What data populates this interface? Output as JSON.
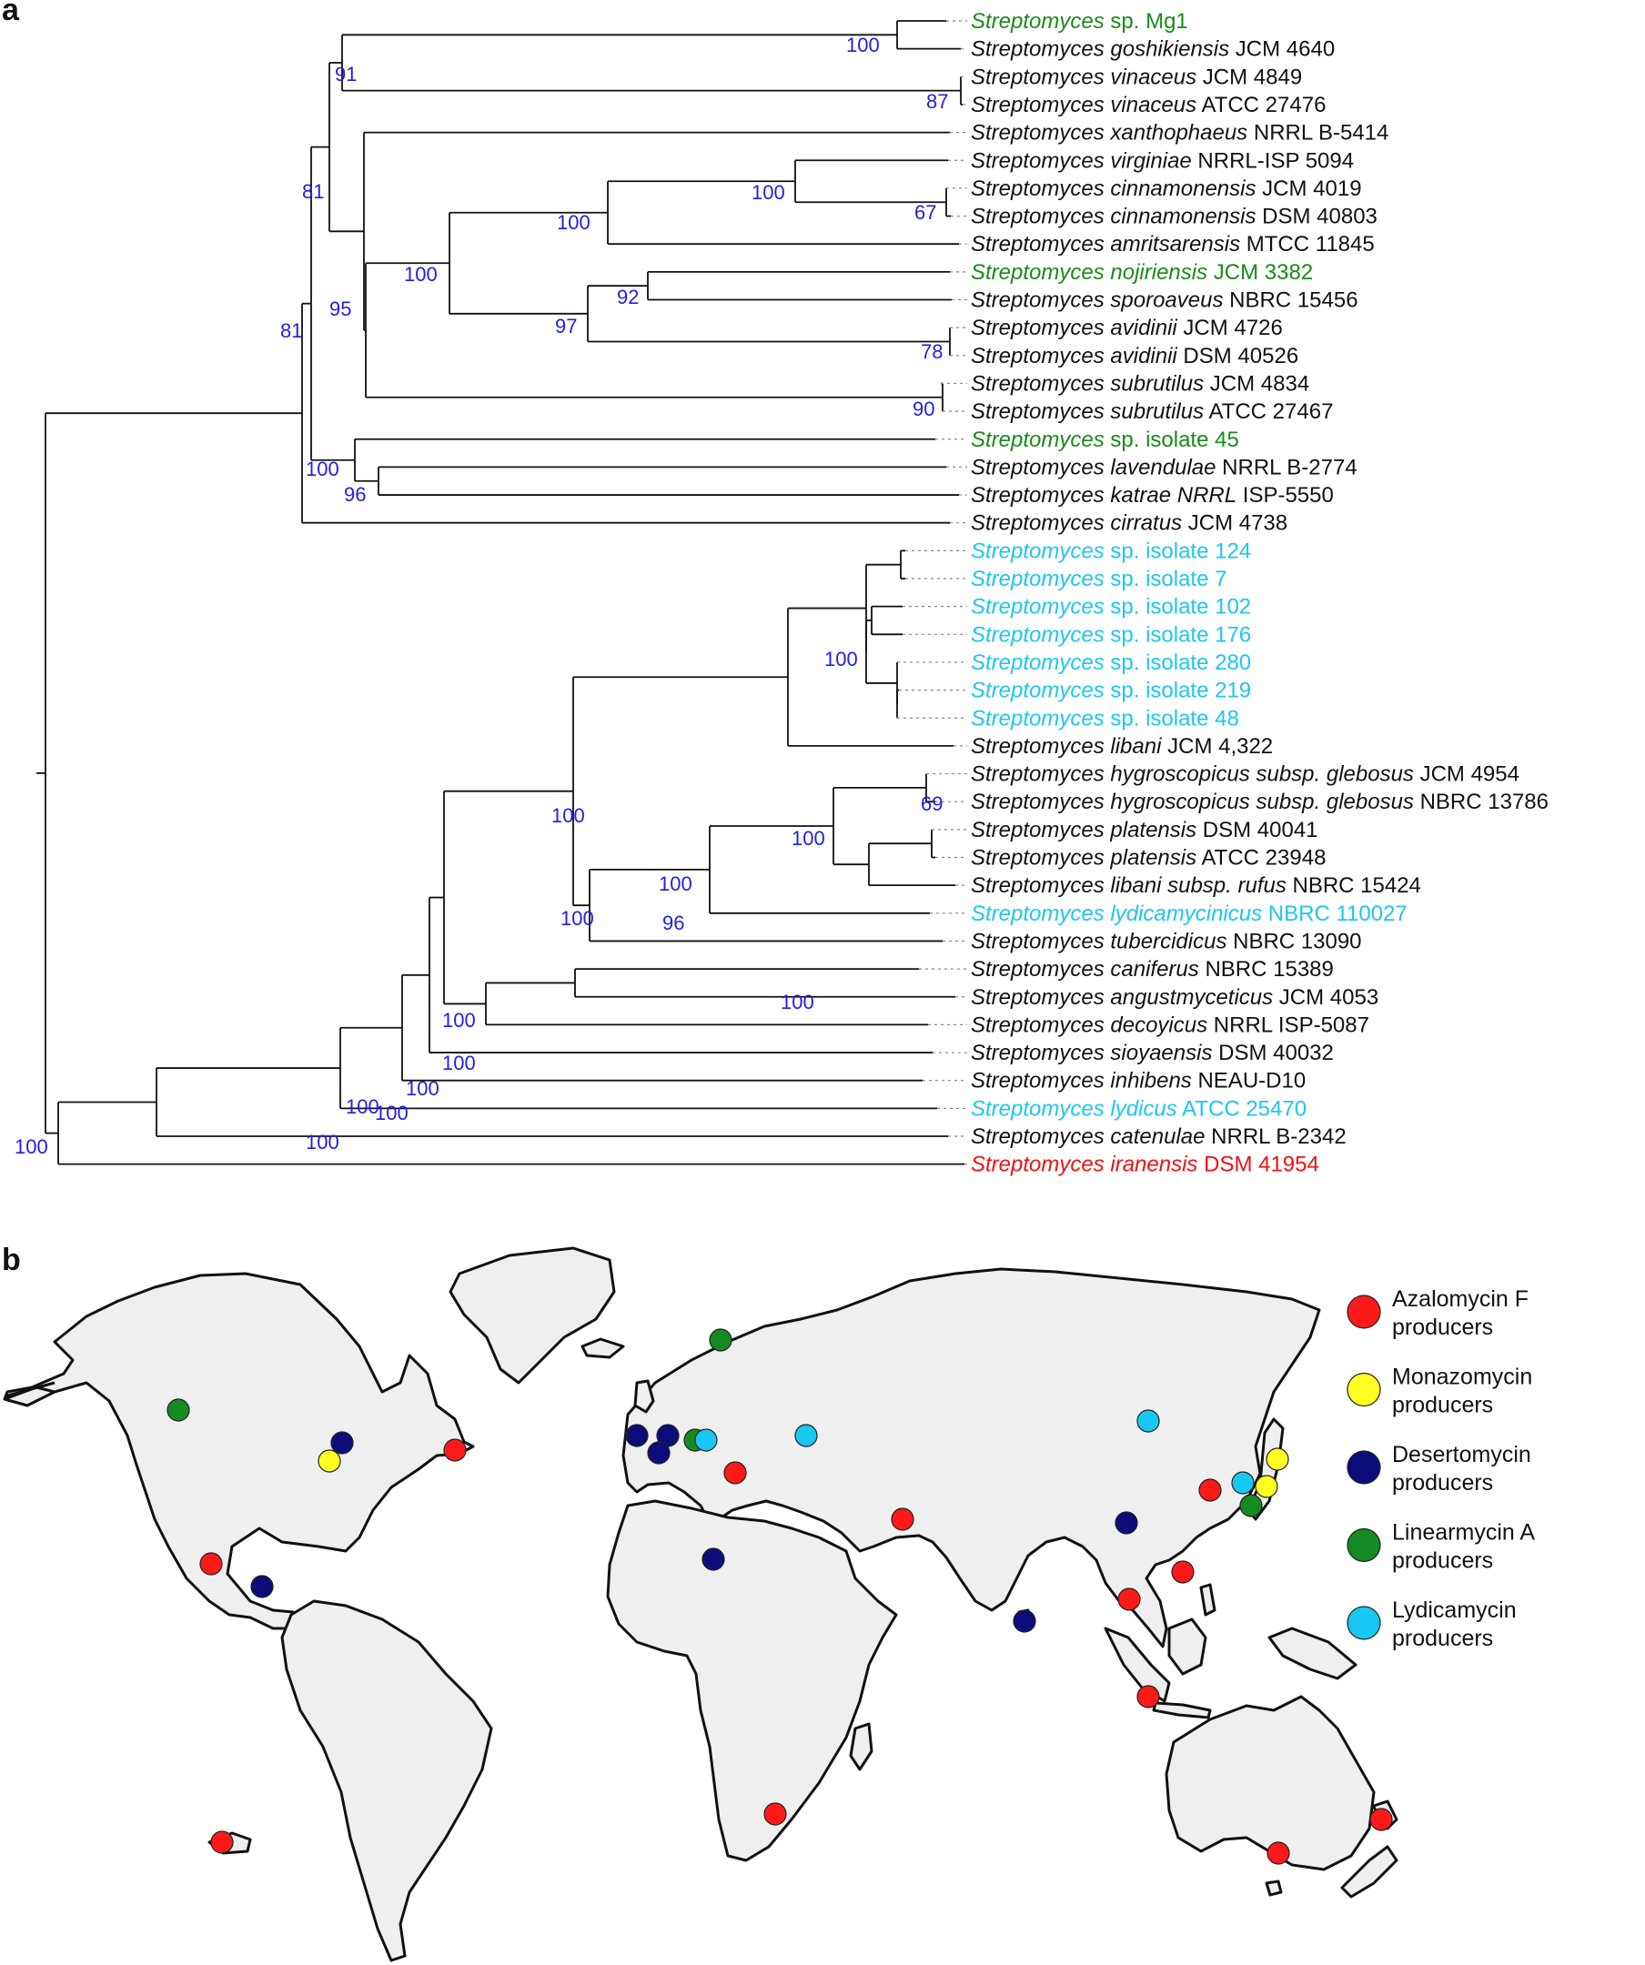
{
  "panels": {
    "a": "a",
    "b": "b"
  },
  "colors": {
    "black": "#111111",
    "green": "#1a8a1a",
    "cyan": "#1ec6f0",
    "red": "#ee1111",
    "bootstrap": "#1f1fe6",
    "land": "#efefef",
    "azalomycin": "#ff1a1a",
    "monazomycin": "#ffff22",
    "desertomycin": "#0c0c7a",
    "linearmycin": "#158a22",
    "lydicamycin": "#18c8f2"
  },
  "tree": {
    "leaves": [
      {
        "italic": "Streptomyces",
        "rest": " sp. Mg1",
        "color": "green"
      },
      {
        "italic": "Streptomyces goshikiensis",
        "rest": " JCM 4640",
        "color": "black"
      },
      {
        "italic": "Streptomyces vinaceus",
        "rest": " JCM 4849",
        "color": "black"
      },
      {
        "italic": "Streptomyces vinaceus",
        "rest": " ATCC 27476",
        "color": "black"
      },
      {
        "italic": "Streptomyces xanthophaeus",
        "rest": " NRRL B-5414",
        "color": "black"
      },
      {
        "italic": "Streptomyces virginiae",
        "rest": " NRRL-ISP 5094",
        "color": "black"
      },
      {
        "italic": "Streptomyces cinnamonensis",
        "rest": " JCM 4019",
        "color": "black"
      },
      {
        "italic": "Streptomyces cinnamonensis",
        "rest": " DSM 40803",
        "color": "black"
      },
      {
        "italic": "Streptomyces amritsarensis",
        "rest": " MTCC 11845",
        "color": "black"
      },
      {
        "italic": "Streptomyces nojiriensis",
        "rest": " JCM 3382",
        "color": "green"
      },
      {
        "italic": "Streptomyces sporoaveus",
        "rest": " NBRC 15456",
        "color": "black"
      },
      {
        "italic": "Streptomyces avidinii",
        "rest": " JCM 4726",
        "color": "black"
      },
      {
        "italic": "Streptomyces avidinii",
        "rest": " DSM 40526",
        "color": "black"
      },
      {
        "italic": "Streptomyces subrutilus",
        "rest": " JCM 4834",
        "color": "black"
      },
      {
        "italic": "Streptomyces subrutilus",
        "rest": " ATCC 27467",
        "color": "black"
      },
      {
        "italic": "Streptomyces",
        "rest": " sp. isolate 45",
        "color": "green"
      },
      {
        "italic": "Streptomyces lavendulae",
        "rest": " NRRL B-2774",
        "color": "black"
      },
      {
        "italic": "Streptomyces katrae NRRL",
        "rest": " ISP-5550",
        "color": "black"
      },
      {
        "italic": "Streptomyces cirratus",
        "rest": " JCM 4738",
        "color": "black"
      },
      {
        "italic": "Streptomyces",
        "rest": " sp. isolate 124",
        "color": "cyan"
      },
      {
        "italic": "Streptomyces",
        "rest": " sp. isolate 7",
        "color": "cyan"
      },
      {
        "italic": "Streptomyces",
        "rest": " sp. isolate 102",
        "color": "cyan"
      },
      {
        "italic": "Streptomyces",
        "rest": " sp. isolate 176",
        "color": "cyan"
      },
      {
        "italic": "Streptomyces",
        "rest": " sp. isolate 280",
        "color": "cyan"
      },
      {
        "italic": "Streptomyces",
        "rest": " sp. isolate 219",
        "color": "cyan"
      },
      {
        "italic": "Streptomyces",
        "rest": " sp. isolate  48",
        "color": "cyan"
      },
      {
        "italic": "Streptomyces libani",
        "rest": " JCM 4,322",
        "color": "black"
      },
      {
        "italic": "Streptomyces hygroscopicus subsp. glebosus",
        "rest": " JCM 4954",
        "color": "black"
      },
      {
        "italic": "Streptomyces hygroscopicus subsp. glebosus",
        "rest": " NBRC 13786",
        "color": "black"
      },
      {
        "italic": "Streptomyces platensis",
        "rest": " DSM 40041",
        "color": "black"
      },
      {
        "italic": "Streptomyces platensis",
        "rest": " ATCC 23948",
        "color": "black"
      },
      {
        "italic": "Streptomyces libani subsp. rufus",
        "rest": " NBRC 15424",
        "color": "black"
      },
      {
        "italic": "Streptomyces lydicamycinicus",
        "rest": " NBRC 110027",
        "color": "cyan"
      },
      {
        "italic": "Streptomyces tubercidicus",
        "rest": " NBRC 13090",
        "color": "black"
      },
      {
        "italic": "Streptomyces caniferus",
        "rest": " NBRC 15389",
        "color": "black"
      },
      {
        "italic": "Streptomyces angustmyceticus",
        "rest": " JCM 4053",
        "color": "black"
      },
      {
        "italic": "Streptomyces decoyicus",
        "rest": " NRRL ISP-5087",
        "color": "black"
      },
      {
        "italic": "Streptomyces sioyaensis",
        "rest": " DSM 40032",
        "color": "black"
      },
      {
        "italic": "Streptomyces inhibens",
        "rest": " NEAU-D10",
        "color": "black"
      },
      {
        "italic": "Streptomyces lydicus",
        "rest": " ATCC 25470",
        "color": "cyan"
      },
      {
        "italic": "Streptomyces catenulae",
        "rest": " NRRL B-2342",
        "color": "black"
      },
      {
        "italic": "Streptomyces iranensis",
        "rest": " DSM 41954",
        "color": "red"
      }
    ],
    "bootstrap": [
      "100",
      "87",
      "91",
      "67",
      "100",
      "100",
      "78",
      "92",
      "97",
      "90",
      "100",
      "81",
      "95",
      "96",
      "100",
      "81",
      "100",
      "69",
      "100",
      "100",
      "96",
      "100",
      "100",
      "100",
      "100",
      "100",
      "100",
      "100",
      "100",
      "100"
    ]
  },
  "legend": [
    {
      "line1": "Azalomycin F",
      "line2": "producers",
      "color": "azalomycin"
    },
    {
      "line1": "Monazomycin",
      "line2": "producers",
      "color": "monazomycin"
    },
    {
      "line1": "Desertomycin",
      "line2": "producers",
      "color": "desertomycin"
    },
    {
      "line1": "Linearmycin A",
      "line2": "producers",
      "color": "linearmycin"
    },
    {
      "line1": "Lydicamycin",
      "line2": "producers",
      "color": "lydicamycin"
    }
  ],
  "sites": [
    {
      "place": "western-canada",
      "type": "linearmycin"
    },
    {
      "place": "great-lakes",
      "type": "desertomycin"
    },
    {
      "place": "northeast-us",
      "type": "monazomycin"
    },
    {
      "place": "newfoundland",
      "type": "azalomycin"
    },
    {
      "place": "mexico",
      "type": "azalomycin"
    },
    {
      "place": "central-america",
      "type": "desertomycin"
    },
    {
      "place": "hawaii",
      "type": "azalomycin"
    },
    {
      "place": "scandinavia",
      "type": "linearmycin"
    },
    {
      "place": "iberia",
      "type": "desertomycin"
    },
    {
      "place": "france",
      "type": "desertomycin"
    },
    {
      "place": "southern-france",
      "type": "desertomycin"
    },
    {
      "place": "italy",
      "type": "linearmycin"
    },
    {
      "place": "alps",
      "type": "lydicamycin"
    },
    {
      "place": "southern-italy",
      "type": "azalomycin"
    },
    {
      "place": "turkey",
      "type": "lydicamycin"
    },
    {
      "place": "sahara",
      "type": "desertomycin"
    },
    {
      "place": "arabia",
      "type": "azalomycin"
    },
    {
      "place": "south-africa",
      "type": "azalomycin"
    },
    {
      "place": "sri-lanka",
      "type": "desertomycin"
    },
    {
      "place": "mongolia",
      "type": "lydicamycin"
    },
    {
      "place": "china",
      "type": "desertomycin"
    },
    {
      "place": "korea",
      "type": "azalomycin"
    },
    {
      "place": "japan-1",
      "type": "monazomycin"
    },
    {
      "place": "japan-2",
      "type": "lydicamycin"
    },
    {
      "place": "japan-3",
      "type": "monazomycin"
    },
    {
      "place": "japan-4",
      "type": "linearmycin"
    },
    {
      "place": "taiwan",
      "type": "azalomycin"
    },
    {
      "place": "thailand",
      "type": "azalomycin"
    },
    {
      "place": "sumatra",
      "type": "azalomycin"
    },
    {
      "place": "south-australia",
      "type": "azalomycin"
    },
    {
      "place": "new-zealand",
      "type": "azalomycin"
    }
  ]
}
